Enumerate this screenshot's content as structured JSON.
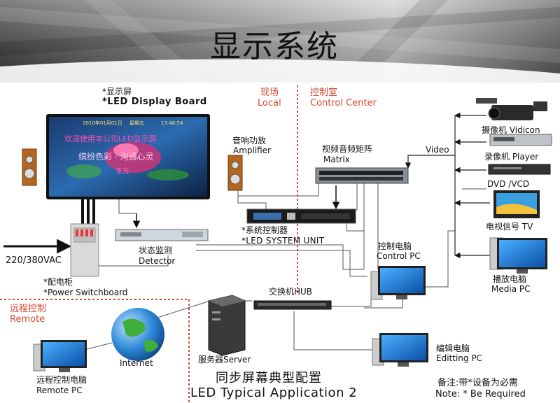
{
  "title": "显示系统",
  "zones": {
    "local": {
      "zh": "现场",
      "en": "Local"
    },
    "control_center": {
      "zh": "控制室",
      "en": "Control Center"
    },
    "remote": {
      "zh": "远程控制",
      "en": "Remote"
    }
  },
  "devices": {
    "led_board": {
      "zh": "*显示屏",
      "en": "*LED Display Board"
    },
    "amplifier": {
      "zh": "音响功放",
      "en": "Amplifier"
    },
    "matrix": {
      "zh": "视频音频矩阵",
      "en": "Matrix"
    },
    "video_label": "Video",
    "vidicon": "摄像机 Vidicon",
    "player": "录像机 Player",
    "dvd": "DVD /VCD",
    "tv": "电视信号 TV",
    "system_unit": {
      "zh": "*系统控制器",
      "en": "*LED SYSTEM UNIT"
    },
    "control_pc": {
      "zh": "控制电脑",
      "en": "Control PC"
    },
    "media_pc": {
      "zh": "播放电脑",
      "en": "Media PC"
    },
    "power_in": "220/380VAC",
    "detector": {
      "zh": "状态监测",
      "en": "Detector"
    },
    "switchboard": {
      "zh": "*配电柜",
      "en": "*Power Switchboard"
    },
    "hub": "交换机HUB",
    "internet": "Internet",
    "server": "服务器Server",
    "editing_pc": {
      "zh": "编辑电脑",
      "en": "Editting PC"
    },
    "remote_pc": {
      "zh": "远程控制电脑",
      "en": "Remote PC"
    }
  },
  "screen_text": {
    "date": "2010年01月01日",
    "weekday": "星期五",
    "time": "13:48:54",
    "line1": "欢迎使用本公司LED显示屏",
    "line2": "缤纷色彩 · 沟通心灵",
    "line3": "东方"
  },
  "caption": {
    "zh": "同步屏幕典型配置",
    "en": "LED Typical Application 2"
  },
  "note": {
    "zh": "备注:带*设备为必需",
    "en": "Note: * Be Required"
  },
  "colors": {
    "zone_line": "#d64a32",
    "cable": "#555555",
    "arrow": "#111111"
  }
}
